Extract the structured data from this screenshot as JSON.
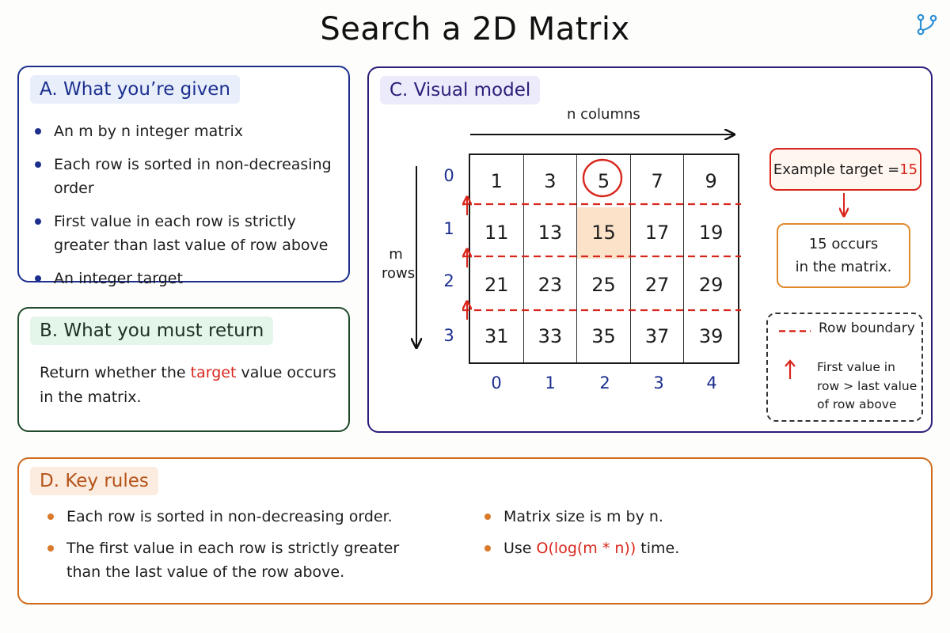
{
  "title": "Search a 2D Matrix",
  "panel_a": {
    "heading": "A. What you’re given",
    "bullets": [
      "An m by n integer matrix",
      "Each row is sorted in non-decreasing order",
      "First value in each row is strictly greater than last value of row above",
      "An integer target"
    ]
  },
  "panel_b": {
    "heading": "B. What you must return",
    "text_before": "Return whether the ",
    "text_highlight": "target",
    "text_after": " value occurs in the matrix."
  },
  "panel_c": {
    "heading": "C. Visual model",
    "columns_label": "n columns",
    "rows_label_line1": "m",
    "rows_label_line2": "rows",
    "matrix": [
      [
        "1",
        "3",
        "5",
        "7",
        "9"
      ],
      [
        "11",
        "13",
        "15",
        "17",
        "19"
      ],
      [
        "21",
        "23",
        "25",
        "27",
        "29"
      ],
      [
        "31",
        "33",
        "35",
        "37",
        "39"
      ]
    ],
    "row_indices": [
      "0",
      "1",
      "2",
      "3"
    ],
    "col_indices": [
      "0",
      "1",
      "2",
      "3",
      "4"
    ],
    "highlighted_cell": {
      "row": 1,
      "col": 2
    },
    "circled_cell": {
      "row": 0,
      "col": 2
    },
    "example_label": "Example target = ",
    "example_value": "15",
    "result_line1": "15 occurs",
    "result_line2": "in the matrix.",
    "legend": {
      "dash_label": "Row boundary",
      "arrow_line1": "First value in",
      "arrow_line2": "row > last value",
      "arrow_line3": "of row above"
    }
  },
  "panel_d": {
    "heading": "D. Key rules",
    "left_bullets": [
      "Each row is sorted in non-decreasing order.",
      "The first value in each row is strictly greater than the last value of the row above."
    ],
    "right_bullet_1": "Matrix size is m by n.",
    "right_bullet_2_before": "Use ",
    "right_bullet_2_highlight": "O(log(m * n))",
    "right_bullet_2_after": " time."
  },
  "colors": {
    "red": "#d8261c",
    "blue": "#1c2f8f",
    "orange": "#d06a1c",
    "highlight_fill": "#fbe2c9"
  }
}
